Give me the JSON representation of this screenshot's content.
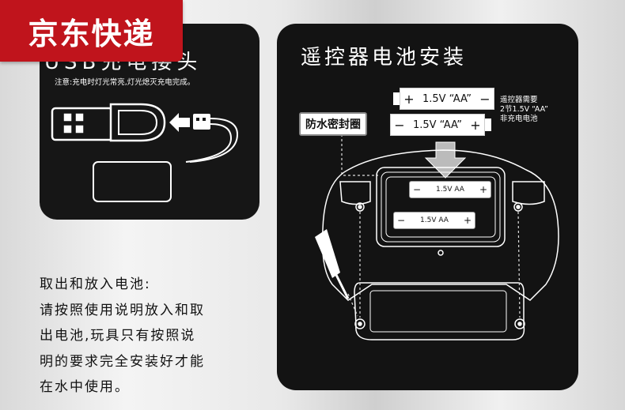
{
  "badge": {
    "text": "京东快递"
  },
  "usb_panel": {
    "title": "USB充电接头",
    "note": "注意:充电时灯光常亮,灯光熄灭充电完成。"
  },
  "remote_panel": {
    "title": "遥控器电池安装",
    "battery_top": {
      "label": "1.5V “AA”",
      "neg": "−",
      "pos": "+"
    },
    "battery_bottom": {
      "label": "1.5V “AA”",
      "neg": "−",
      "pos": "+"
    },
    "battery_note": [
      "遥控器需要",
      "2节1.5V “AA”",
      "非充电电池"
    ],
    "seal_label": "防水密封圈",
    "inner_battery_top": {
      "label": "1.5V AA",
      "neg": "−",
      "pos": "+"
    },
    "inner_battery_bottom": {
      "label": "1.5V AA",
      "neg": "−",
      "pos": "+"
    }
  },
  "instructions": {
    "lines": [
      "取出和放入电池:",
      "请按照使用说明放入和取",
      "出电池,玩具只有按照说",
      "明的要求完全安装好才能",
      "在水中使用。"
    ]
  },
  "colors": {
    "badge_red": "#c0141c",
    "panel_bg": "#141414"
  }
}
